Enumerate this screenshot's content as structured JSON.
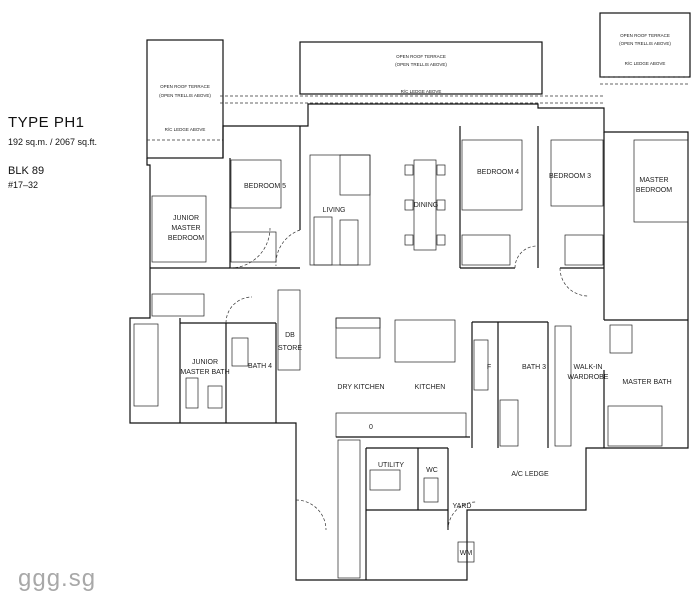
{
  "unit": {
    "type": "TYPE PH1",
    "area": "192 sq.m. / 2067 sq.ft.",
    "block": "BLK 89",
    "units": "#17–32"
  },
  "rooms": {
    "terrace_center": "OPEN ROOF TERRACE",
    "terrace_center_sub": "(OPEN TRELLIS ABOVE)",
    "terrace_center_ledge": "R/C LEDGE ABOVE",
    "terrace_left_1": "OPEN ROOF TERRACE",
    "terrace_left_sub": "(OPEN TRELLIS ABOVE)",
    "terrace_left_ledge": "R/C LEDGE ABOVE",
    "terrace_right_1": "OPEN ROOF TERRACE",
    "terrace_right_sub": "(OPEN TRELLIS ABOVE)",
    "terrace_right_ledge": "R/C LEDGE ABOVE",
    "bedroom5": "BEDROOM 5",
    "living": "LIVING",
    "dining": "DINING",
    "bedroom4": "BEDROOM 4",
    "bedroom3": "BEDROOM 3",
    "master_1": "MASTER",
    "master_2": "BEDROOM",
    "junior_1": "JUNIOR",
    "junior_2": "MASTER",
    "junior_3": "BEDROOM",
    "jm_bath_1": "JUNIOR",
    "jm_bath_2": "MASTER BATH",
    "bath4": "BATH 4",
    "db": "DB",
    "store": "STORE",
    "dry_kitchen": "DRY KITCHEN",
    "kitchen": "KITCHEN",
    "bath3": "BATH 3",
    "f": "F",
    "walkin_1": "WALK-IN",
    "walkin_2": "WARDROBE",
    "master_bath": "MASTER BATH",
    "fridge": "0",
    "utility": "UTILITY",
    "wc": "WC",
    "ac_ledge": "A/C LEDGE",
    "yard": "YARD",
    "wm": "WM"
  },
  "watermark": "ggg.sg"
}
